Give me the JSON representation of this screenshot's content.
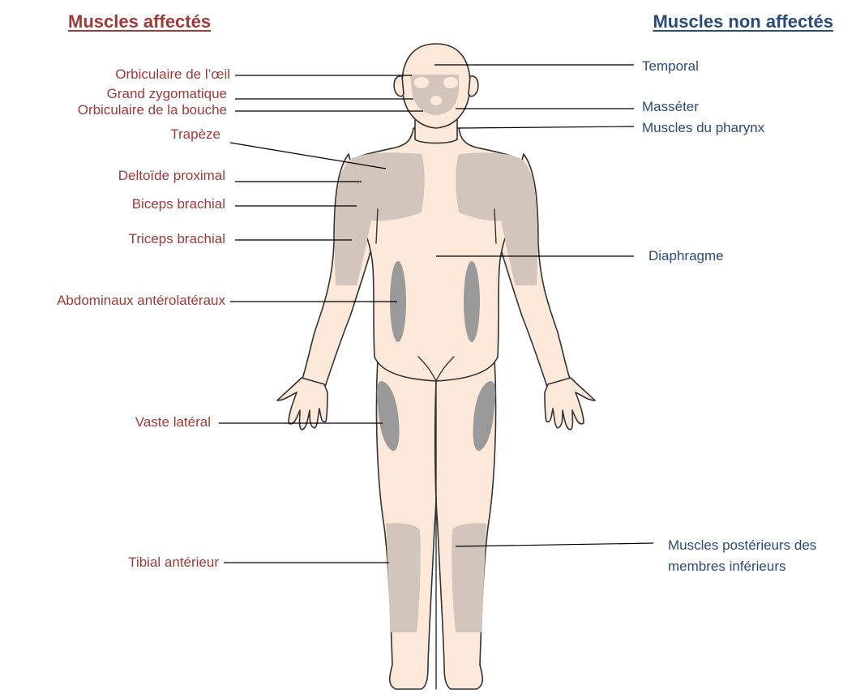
{
  "headers": {
    "affected": "Muscles affectés",
    "unaffected": "Muscles non affectés"
  },
  "colors": {
    "affected_text": "#9e3a38",
    "unaffected_text": "#2a4a7a",
    "skin": "#fde9da",
    "outline": "#333333",
    "unaffected_region": "#d2c6bc",
    "affected_region": "#9a9a9a",
    "facial_region": "#d2c6bc"
  },
  "labels_affected": [
    "Orbiculaire de l’œil",
    "Grand zygomatique",
    "Orbiculaire de la bouche",
    "Trapèze",
    "Deltoïde proximal",
    "Biceps brachial",
    "Triceps brachial",
    "Abdominaux antérolatéraux",
    "Vaste latéral",
    "Tibial antérieur"
  ],
  "labels_unaffected": [
    "Temporal",
    "Masséter",
    "Muscles du pharynx",
    "Diaphragme",
    "Muscles postérieurs des\nmembres inférieurs"
  ]
}
